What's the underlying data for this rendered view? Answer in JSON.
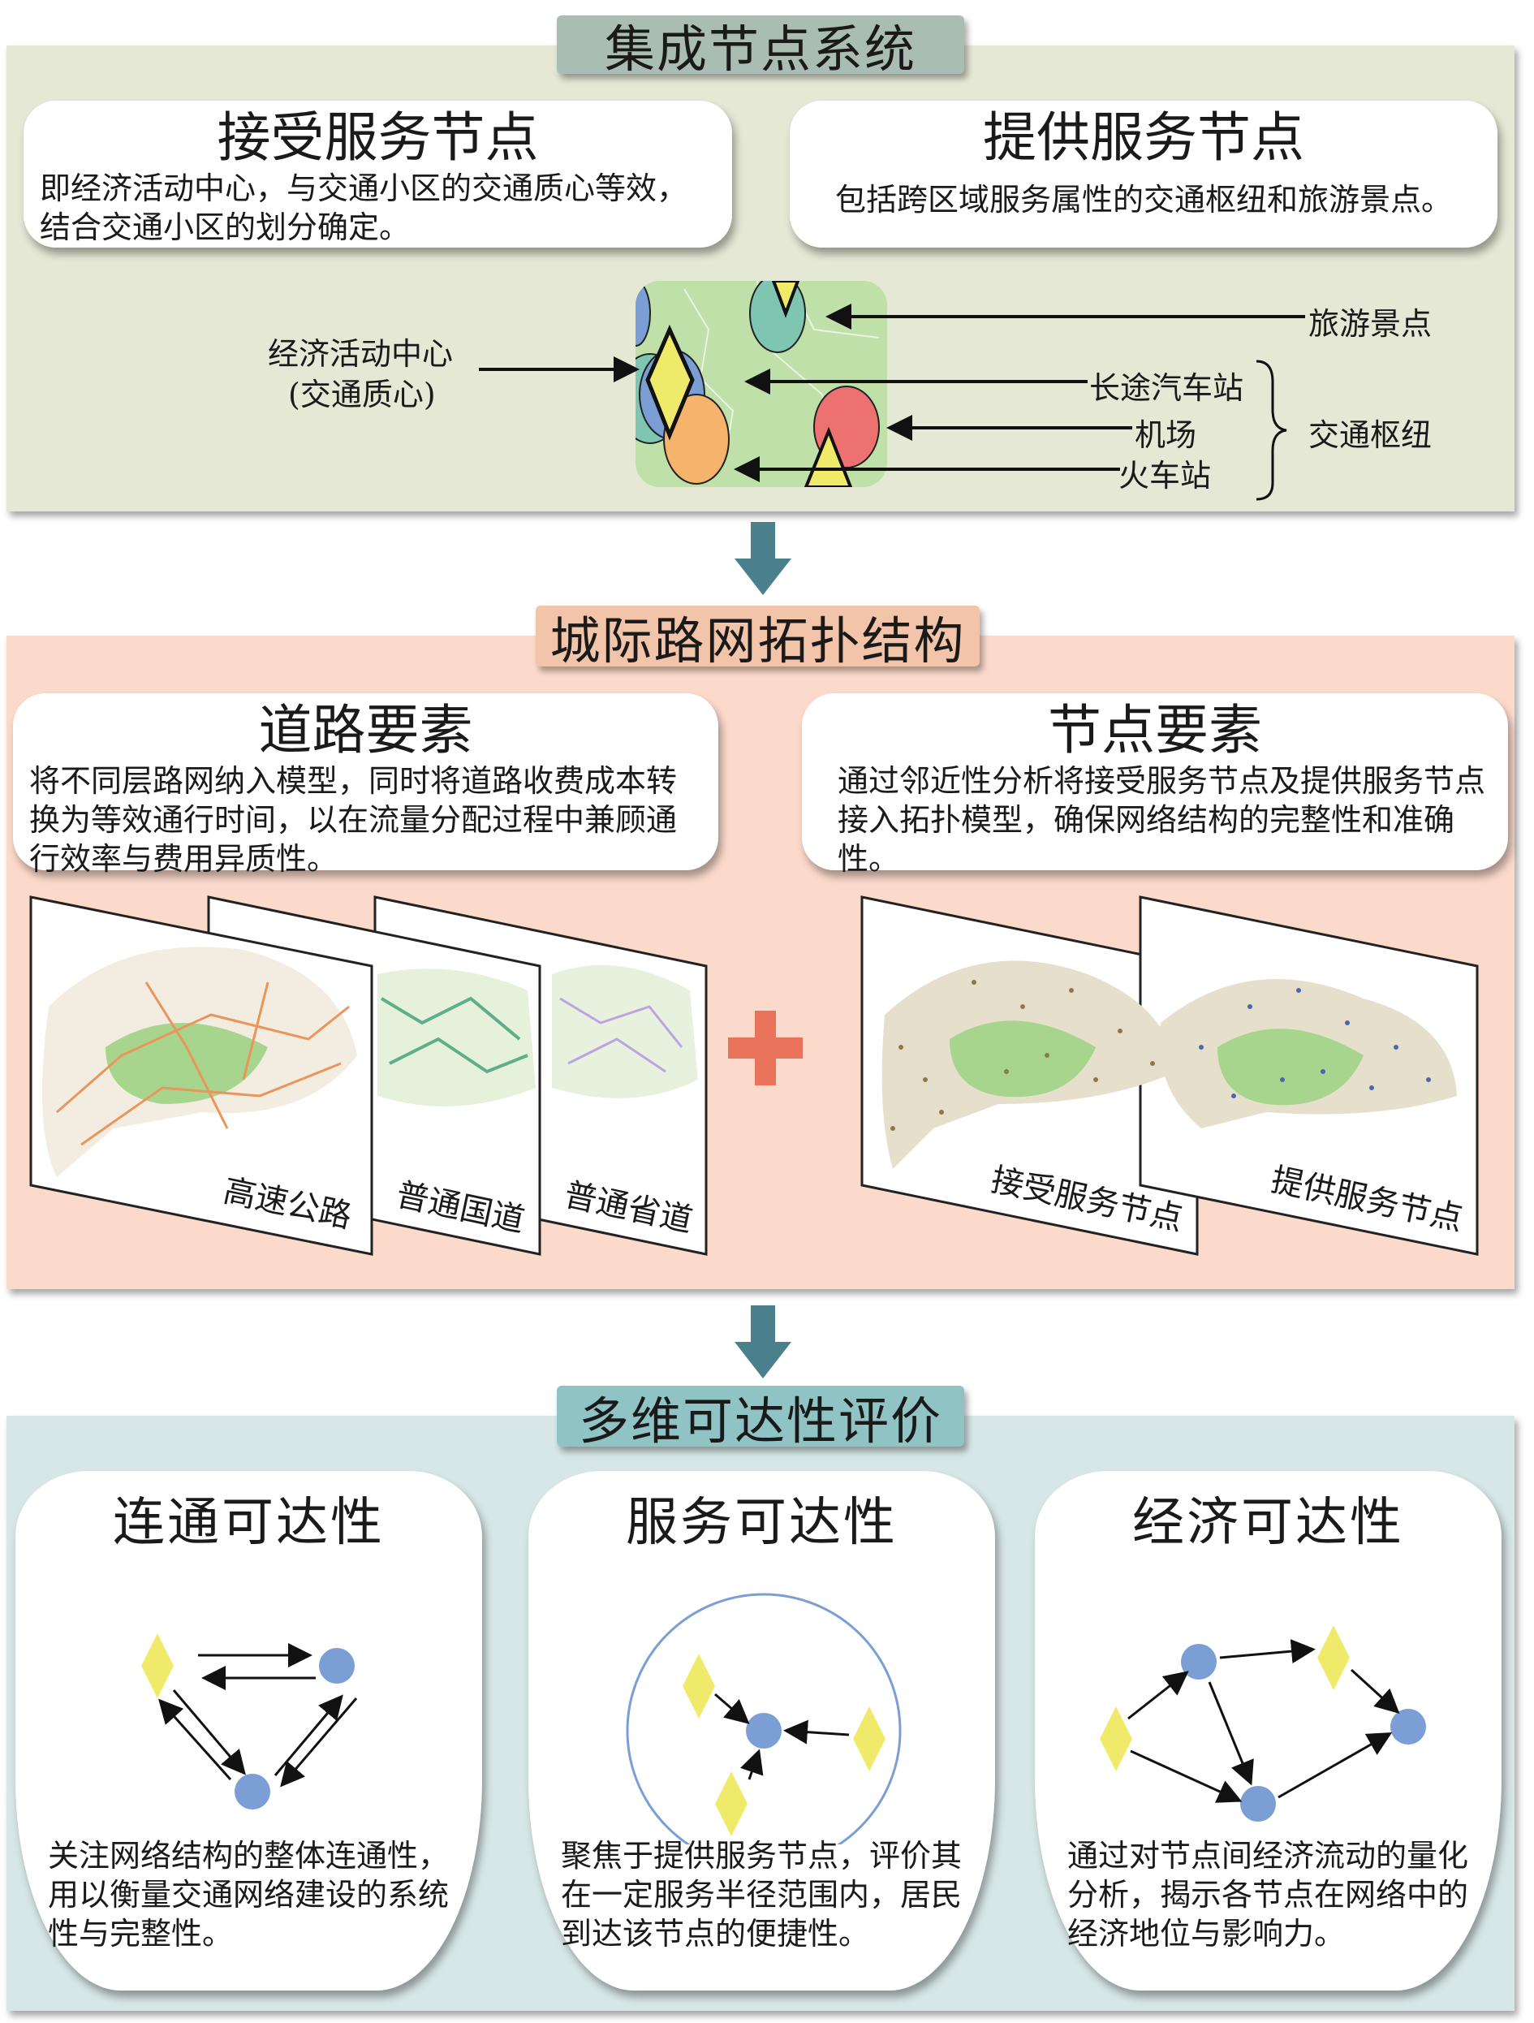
{
  "section1": {
    "title": "集成节点系统",
    "colors": {
      "panel": "#e5e8d5",
      "tab": "#a9bdb2"
    },
    "receive_card": {
      "title": "接受服务节点",
      "text": "即经济活动中心，与交通小区的交通质心等效，结合交通小区的划分确定。"
    },
    "provide_card": {
      "title": "提供服务节点",
      "text": "包括跨区域服务属性的交通枢纽和旅游景点。"
    },
    "labels": {
      "economic_center": "经济活动中心",
      "centroid": "(交通质心)",
      "tourist_spot": "旅游景点",
      "bus_station": "长途汽车站",
      "airport": "机场",
      "train_station": "火车站",
      "hub": "交通枢纽"
    }
  },
  "section2": {
    "title": "城际路网拓扑结构",
    "colors": {
      "panel": "#fcdacb",
      "tab": "#f2c4aa",
      "plus": "#e8735a"
    },
    "road_card": {
      "title": "道路要素",
      "text": "将不同层路网纳入模型，同时将道路收费成本转换为等效通行时间，以在流量分配过程中兼顾通行效率与费用异质性。"
    },
    "node_card": {
      "title": "节点要素",
      "text": "通过邻近性分析将接受服务节点及提供服务节点接入拓扑模型，确保网络结构的完整性和准确性。"
    },
    "road_layers": [
      "高速公路",
      "普通国道",
      "普通省道"
    ],
    "node_layers": [
      "接受服务节点",
      "提供服务节点"
    ]
  },
  "section3": {
    "title": "多维可达性评价",
    "colors": {
      "panel": "#d7e6e6",
      "tab": "#8fc3c4",
      "node": "#7b9fd4",
      "diamond": "#f0ea6a"
    },
    "cards": [
      {
        "title": "连通可达性",
        "text": "关注网络结构的整体连通性，用以衡量交通网络建设的系统性与完整性。"
      },
      {
        "title": "服务可达性",
        "text": "聚焦于提供服务节点，评价其在一定服务半径范围内，居民到达该节点的便捷性。"
      },
      {
        "title": "经济可达性",
        "text": "通过对节点间经济流动的量化分析，揭示各节点在网络中的经济地位与影响力。"
      }
    ]
  }
}
